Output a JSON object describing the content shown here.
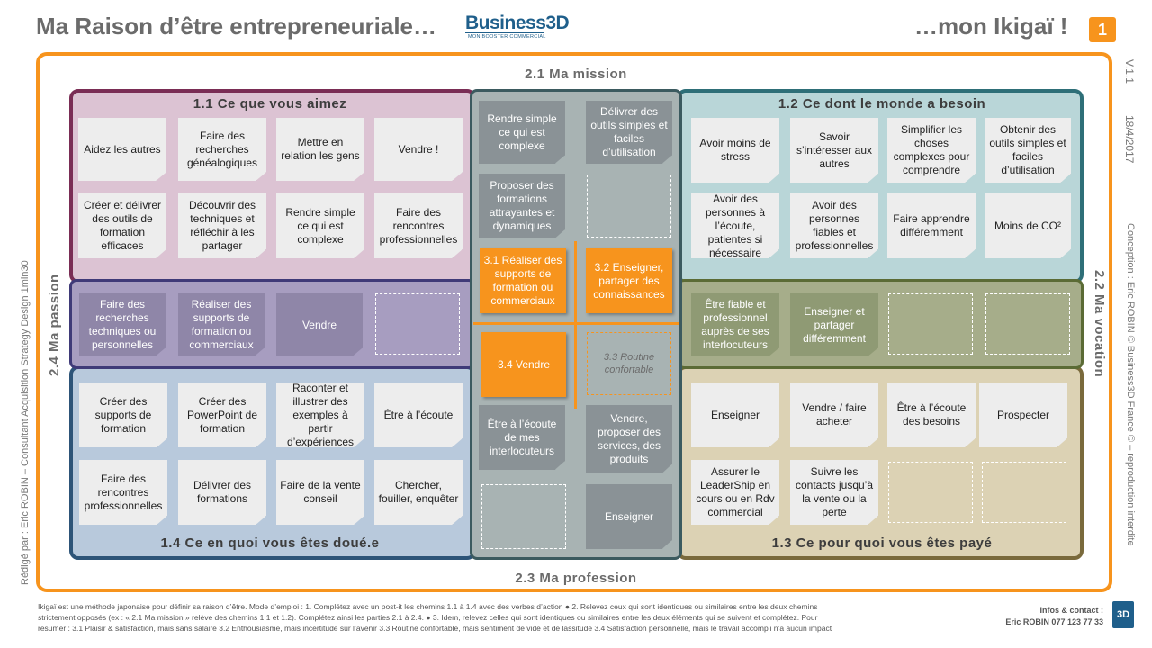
{
  "header": {
    "title": "Ma Raison d’être entrepreneuriale…",
    "brand": "Business3D",
    "brand_sub": "MON BOOSTER COMMERCIAL",
    "title_right": "…mon Ikigaï !",
    "page_number": "1"
  },
  "outer": {
    "mission": "2.1 Ma mission",
    "profession": "2.3 Ma profession",
    "passion": "2.4 Ma passion",
    "vocation": "2.2 Ma vocation"
  },
  "side": {
    "left_text": "Rédigé par :   Eric ROBIN – Consultant Acquisition Strategy Design 1min30",
    "right_version": "V.1.1",
    "right_date": "18/4/2017",
    "right_text": "Conception : Eric ROBIN © Business3D France © – reproduction interdite"
  },
  "quadrants": {
    "q11": {
      "title": "1.1 Ce que vous aimez",
      "notes": [
        "Aidez les autres",
        "Faire des recherches généalogiques",
        "Mettre en relation les gens",
        "Vendre !",
        "Créer et délivrer des outils de formation efficaces",
        "Découvrir des techniques et réfléchir à les partager",
        "Rendre simple ce qui est complexe",
        "Faire des rencontres professionnelles"
      ]
    },
    "q12": {
      "title": "1.2 Ce dont le monde a besoin",
      "notes": [
        "Avoir moins de stress",
        "Savoir s’intéresser aux autres",
        "Simplifier les choses complexes pour comprendre",
        "Obtenir des outils simples et faciles d’utilisation",
        "Avoir des personnes à l’écoute, patientes si nécessaire",
        "Avoir des personnes fiables et professionnelles",
        "Faire apprendre différemment",
        "Moins de CO²"
      ]
    },
    "q13": {
      "title": "1.3 Ce pour quoi vous êtes payé",
      "notes": [
        "Enseigner",
        "Vendre / faire acheter",
        "Être à l’écoute des besoins",
        "Prospecter",
        "Assurer le LeaderShip en cours ou en Rdv commercial",
        "Suivre les contacts jusqu’à la vente ou la perte"
      ]
    },
    "q14": {
      "title": "1.4 Ce en quoi vous êtes doué.e",
      "notes": [
        "Créer des supports de formation",
        "Créer des PowerPoint de formation",
        "Raconter et illustrer des exemples à partir d’expériences",
        "Être à l’écoute",
        "Faire des rencontres professionnelles",
        "Délivrer des formations",
        "Faire de la vente conseil",
        "Chercher, fouiller, enquêter"
      ]
    }
  },
  "bands": {
    "passion_notes": [
      "Faire des recherches techniques ou personnelles",
      "Réaliser des supports de formation ou commerciaux",
      "Vendre"
    ],
    "vocation_notes": [
      "Être fiable et professionnel auprès de ses interlocuteurs",
      "Enseigner et partager différemment"
    ],
    "mission_notes": [
      "Rendre simple ce qui est complexe",
      "Délivrer des outils simples et faciles d’utilisation",
      "Proposer des formations attrayantes et dynamiques"
    ],
    "profession_notes": [
      "Être à l’écoute de mes interlocuteurs",
      "Vendre, proposer des services, des produits",
      "Enseigner"
    ]
  },
  "center": {
    "c31": "3.1 Réaliser des supports de formation ou commerciaux",
    "c32": "3.2 Enseigner, partager des connaissances",
    "c33": "3.3 Routine confortable",
    "c34": "3.4 Vendre"
  },
  "footer": {
    "line1": "Ikigaï est une méthode japonaise pour définir sa raison d’être. Mode d’emploi : 1. Complétez avec un post-it les chemins 1.1 à 1.4 avec des verbes d’action ● 2. Relevez ceux qui sont identiques ou similaires entre les deux chemins",
    "line2": "strictement opposés (ex : « 2.1 Ma mission » relève des chemins 1.1 et 1.2). Complétez ainsi les parties 2.1 à 2.4. ● 3. Idem, relevez celles qui sont identiques ou similaires entre les deux éléments qui se suivent et complétez. Pour",
    "line3": "résumer : 3.1 Plaisir & satisfaction, mais sans salaire 3.2 Enthousiasme, mais incertitude sur l’avenir 3.3 Routine confortable, mais sentiment de vide et de lassitude 3.4 Satisfaction personnelle, mais le travail accompli n’a aucun impact",
    "contact_label": "Infos & contact :",
    "contact_value": "Eric ROBIN 077 123 77 33",
    "logo": "3D"
  },
  "colors": {
    "orange": "#f7941d",
    "q11_border": "#7a2d55",
    "q11_fill": "#dcc3d3",
    "q12_border": "#2e6f78",
    "q12_fill": "#b9d6d8",
    "q13_border": "#7a6a3c",
    "q13_fill": "#dcd2b4",
    "q14_border": "#2d5478",
    "q14_fill": "#b8c9dc",
    "passion_fill": "#a79dc0",
    "vocation_fill": "#a6ad8a",
    "center_fill": "#a8b3b3"
  }
}
